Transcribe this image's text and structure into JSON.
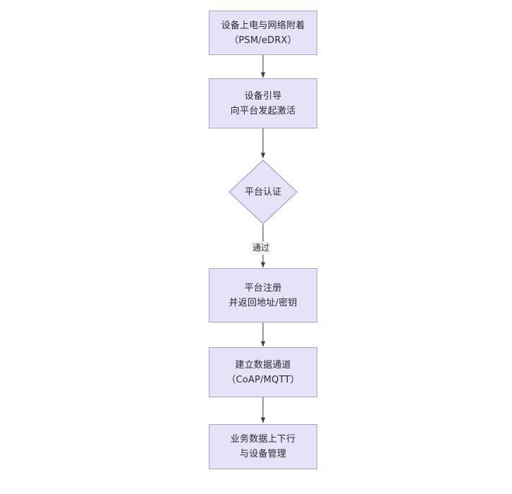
{
  "diagram": {
    "type": "flowchart",
    "orientation": "top-to-bottom",
    "background_color": "#ffffff",
    "node_fill_color": "#e6e2f8",
    "node_border_color": "#b09ad8",
    "connector_color": "#4d4d4d",
    "text_color": "#2b2b2b",
    "nodes": [
      {
        "id": "n1",
        "shape": "rectangle",
        "lines": [
          "设备上电与网络附着",
          "（PSM/eDRX）"
        ]
      },
      {
        "id": "n2",
        "shape": "rectangle",
        "lines": [
          "设备引导",
          "向平台发起激活"
        ]
      },
      {
        "id": "n3",
        "shape": "diamond",
        "lines": [
          "平台认证"
        ]
      },
      {
        "id": "n4",
        "shape": "rectangle",
        "lines": [
          "平台注册",
          "并返回地址/密钥"
        ]
      },
      {
        "id": "n5",
        "shape": "rectangle",
        "lines": [
          "建立数据通道",
          "（CoAP/MQTT）"
        ]
      },
      {
        "id": "n6",
        "shape": "rectangle",
        "lines": [
          "业务数据上下行",
          "与设备管理"
        ]
      }
    ],
    "edges": [
      {
        "id": "e1",
        "from": "n1",
        "to": "n2",
        "label": ""
      },
      {
        "id": "e2",
        "from": "n2",
        "to": "n3",
        "label": ""
      },
      {
        "id": "e3",
        "from": "n3",
        "to": "n4",
        "label": "通过"
      },
      {
        "id": "e4",
        "from": "n4",
        "to": "n5",
        "label": ""
      },
      {
        "id": "e5",
        "from": "n5",
        "to": "n6",
        "label": ""
      }
    ]
  }
}
